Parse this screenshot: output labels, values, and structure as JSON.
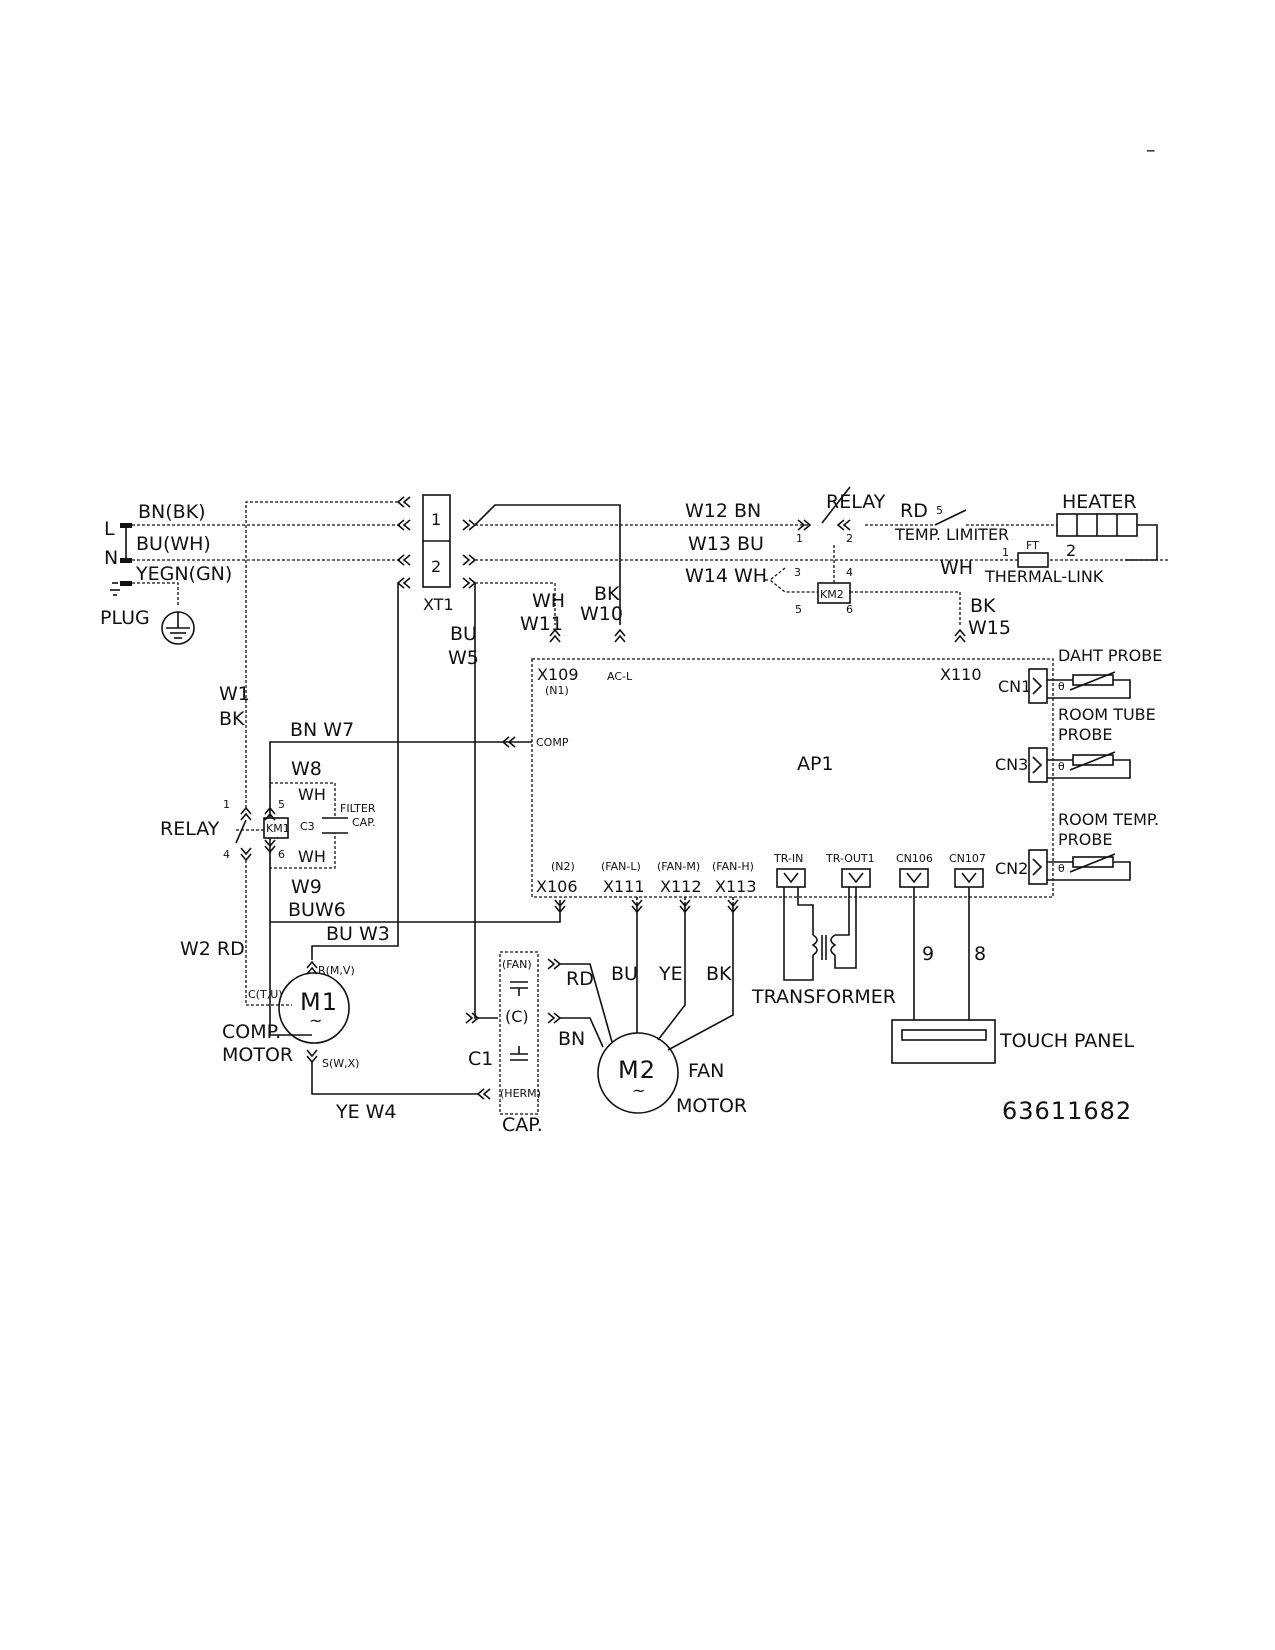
{
  "page": {
    "corner_mark": "–",
    "part_number": "63611682"
  },
  "mains": {
    "line_terminal": "L",
    "neutral_terminal": "N",
    "wire_line": "BN(BK)",
    "wire_neutral": "BU(WH)",
    "wire_ground": "YEGN(GN)",
    "plug_label": "PLUG"
  },
  "terminal_block": {
    "label": "XT1",
    "pos_1": "1",
    "pos_2": "2"
  },
  "main_board": {
    "label": "AP1",
    "x109": "X109",
    "x109_sub": "(N1)",
    "ac_l": "AC-L",
    "x110": "X110",
    "comp": "COMP",
    "x106_sub": "(N2)",
    "x106": "X106",
    "x111_sub": "(FAN-L)",
    "x111": "X111",
    "x112_sub": "(FAN-M)",
    "x112": "X112",
    "x113_sub": "(FAN-H)",
    "x113": "X113",
    "tr_in": "TR-IN",
    "tr_out": "TR-OUT1",
    "cn106": "CN106",
    "cn107": "CN107",
    "cn1": "CN1",
    "cn3": "CN3",
    "cn2": "CN2"
  },
  "wires": {
    "w1_a": "W1",
    "w1_b": "BK",
    "w2": "W2 RD",
    "w3": "BU W3",
    "w4": "YE W4",
    "w5_a": "BU",
    "w5_b": "W5",
    "w6": "BUW6",
    "w7": "BN W7",
    "w8": "W8",
    "w8_color": "WH",
    "w9": "W9",
    "w9_color": "WH",
    "w10_a": "BK",
    "w10_b": "W10",
    "w11_a": "WH",
    "w11_b": "W11",
    "w12": "W12 BN",
    "w13": "W13 BU",
    "w14": "W14 WH",
    "w15_a": "BK",
    "w15_b": "W15",
    "heater_rd": "RD",
    "heater_wh": "WH",
    "fan_rd": "RD",
    "fan_bu": "BU",
    "fan_ye": "YE",
    "fan_bk": "BK",
    "fan_bn": "BN",
    "panel_9": "9",
    "panel_8": "8"
  },
  "relay_comp": {
    "label": "RELAY",
    "coil": "KM1",
    "pin_1": "1",
    "pin_4": "4",
    "pin_5": "5",
    "pin_6": "6"
  },
  "filter_cap": {
    "ref": "C3",
    "label_1": "FILTER",
    "label_2": "CAP."
  },
  "relay_heater": {
    "label": "RELAY",
    "coil": "KM2",
    "pin_1": "1",
    "pin_2": "2",
    "pin_3": "3",
    "pin_4": "4",
    "pin_5": "5",
    "pin_6": "6"
  },
  "temp_limiter": {
    "label": "TEMP. LIMITER",
    "pin": "5"
  },
  "thermal_link": {
    "label": "THERMAL-LINK",
    "ref": "FT",
    "pin_1": "1",
    "pin_2": "2"
  },
  "heater": {
    "label": "HEATER"
  },
  "probes": {
    "daht": "DAHT PROBE",
    "room_tube_1": "ROOM TUBE",
    "room_tube_2": "PROBE",
    "room_temp_1": "ROOM TEMP.",
    "room_temp_2": "PROBE",
    "theta": "θ"
  },
  "comp_motor": {
    "ref": "M1",
    "label_1": "COMP.",
    "label_2": "MOTOR",
    "term_r": "R(M,V)",
    "term_c": "C(T,U)",
    "term_s": "S(W,X)",
    "tilde": "~"
  },
  "run_cap": {
    "ref": "C1",
    "label": "CAP.",
    "fan": "(FAN)",
    "common": "(C)",
    "herm": "(HERM)"
  },
  "fan_motor": {
    "ref": "M2",
    "label_1": "FAN",
    "label_2": "MOTOR",
    "tilde": "~"
  },
  "transformer": {
    "label": "TRANSFORMER"
  },
  "touch_panel": {
    "label": "TOUCH PANEL"
  }
}
